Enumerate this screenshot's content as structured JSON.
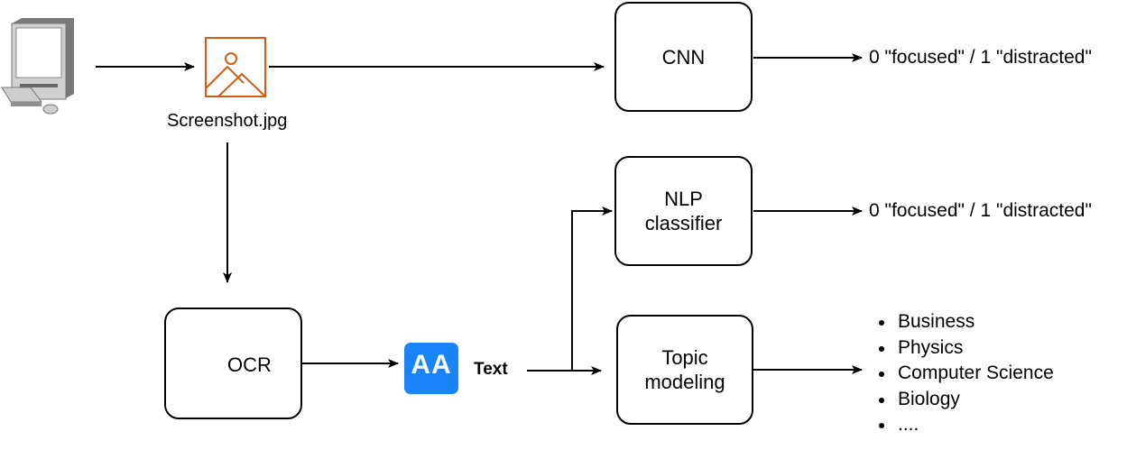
{
  "diagram": {
    "source": {
      "icon": "desktop-computer-icon"
    },
    "screenshot": {
      "icon": "image-file-icon",
      "label": "Screenshot.jpg",
      "color": "#D05C17"
    },
    "ocr": {
      "icon": "gear-icon",
      "label": "OCR",
      "icon_color": "#E8A020"
    },
    "text_node": {
      "icon": "font-size-icon",
      "icon_text": "AA",
      "label": "Text",
      "icon_color": "#1A84FB"
    },
    "cnn": {
      "label": "CNN"
    },
    "nlp": {
      "label_line1": "NLP",
      "label_line2": "classifier"
    },
    "topic": {
      "label_line1": "Topic",
      "label_line2": "modeling"
    },
    "outputs": {
      "cnn": "0 \"focused\" / 1 \"distracted\"",
      "nlp": "0 \"focused\" / 1 \"distracted\"",
      "topics": [
        "Business",
        "Physics",
        "Computer Science",
        "Biology",
        "...."
      ]
    }
  }
}
